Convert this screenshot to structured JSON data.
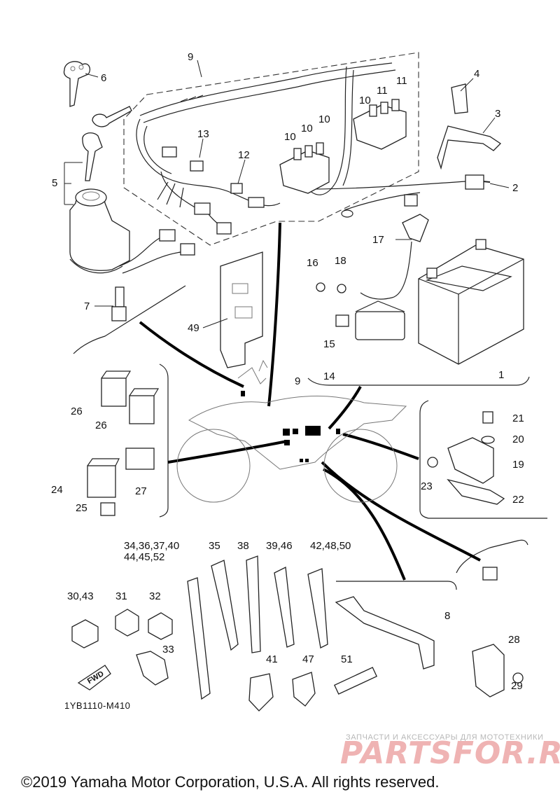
{
  "part_numbers": {
    "p1": "1",
    "p2": "2",
    "p3": "3",
    "p4": "4",
    "p5": "5",
    "p6": "6",
    "p7": "7",
    "p8": "8",
    "p9a": "9",
    "p9b": "9",
    "p10a": "10",
    "p10b": "10",
    "p10c": "10",
    "p10d": "10",
    "p11a": "11",
    "p11b": "11",
    "p12": "12",
    "p13": "13",
    "p14": "14",
    "p15": "15",
    "p16": "16",
    "p17": "17",
    "p18": "18",
    "p19": "19",
    "p20": "20",
    "p21": "21",
    "p22": "22",
    "p23": "23",
    "p24": "24",
    "p25": "25",
    "p26a": "26",
    "p26b": "26",
    "p27": "27",
    "p28": "28",
    "p29": "29",
    "p30_43": "30,43",
    "p31": "31",
    "p32": "32",
    "p33": "33",
    "p34_line1": "34,36,37,40",
    "p34_line2": "44,45,52",
    "p35": "35",
    "p38": "38",
    "p39_46": "39,46",
    "p42_48_50": "42,48,50",
    "p41": "41",
    "p47": "47",
    "p49": "49",
    "p51": "51"
  },
  "fwd_label": "FWD",
  "diagram_code": "1YB1110-M410",
  "watermark": {
    "tagline": "ЗАПЧАСТИ И АКСЕССУАРЫ ДЛЯ МОТОТЕХНИКИ",
    "brand": "PARTSFOR.RU"
  },
  "copyright": "©2019 Yamaha Motor Corporation, U.S.A. All rights reserved."
}
